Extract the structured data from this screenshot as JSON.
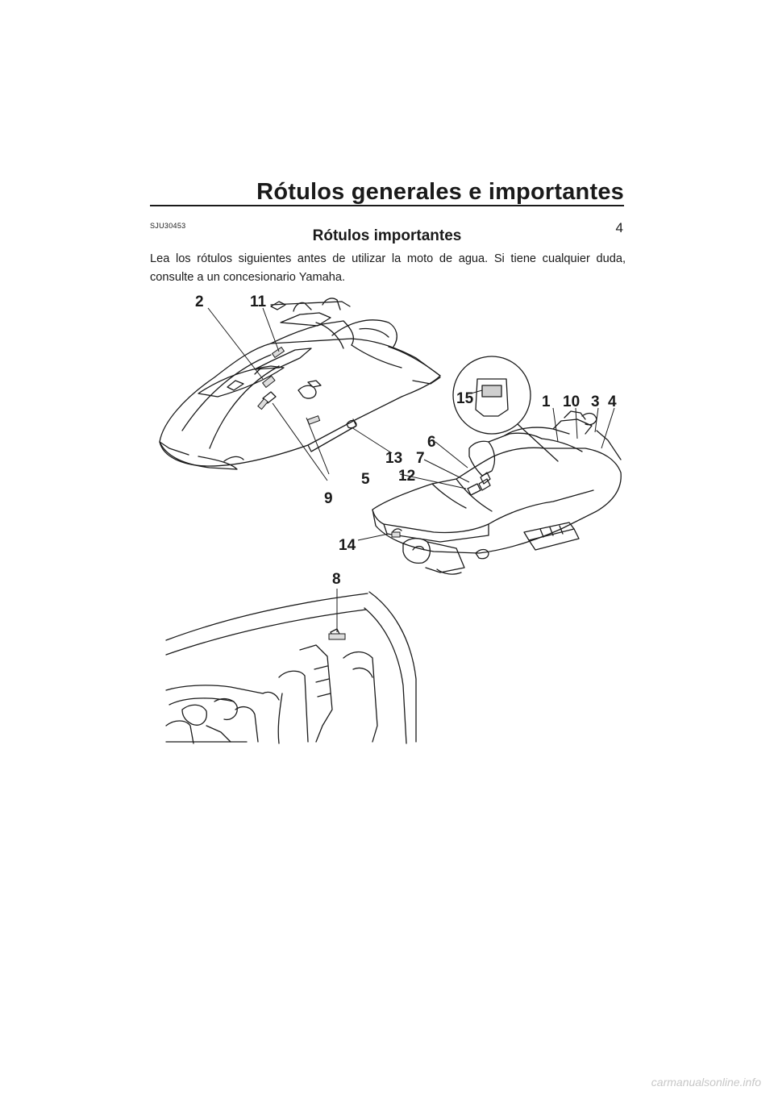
{
  "header": {
    "title": "Rótulos generales e importantes",
    "page_number": "4"
  },
  "section": {
    "code": "SJU30453",
    "heading": "Rótulos importantes",
    "text": "Lea los rótulos siguientes antes de utilizar la moto de agua. Si tiene cualquier duda, consulte a un concesionario Yamaha."
  },
  "callouts": {
    "c1": "1",
    "c2": "2",
    "c3": "3",
    "c4": "4",
    "c5": "5",
    "c6": "6",
    "c7": "7",
    "c8": "8",
    "c9": "9",
    "c10": "10",
    "c11": "11",
    "c12": "12",
    "c13": "13",
    "c14": "14",
    "c15": "15"
  },
  "footer": {
    "url": "carmanualsonline.info"
  }
}
